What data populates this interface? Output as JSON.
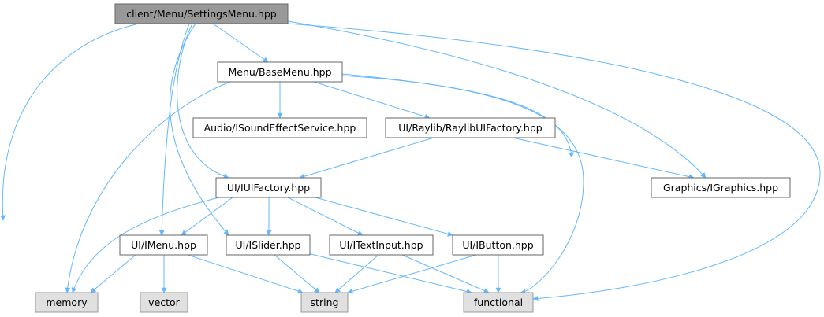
{
  "colors": {
    "edge": "#63b8ff",
    "root_fill": "#999999",
    "header_fill": "#ffffff",
    "system_fill": "#e0e0e0",
    "border_dark": "#666666",
    "border_light": "#999999",
    "text": "#000000"
  },
  "nodes": [
    {
      "id": "settings_menu",
      "label": "client/Menu/SettingsMenu.hpp",
      "kind": "root"
    },
    {
      "id": "base_menu",
      "label": "Menu/BaseMenu.hpp",
      "kind": "header"
    },
    {
      "id": "isound",
      "label": "Audio/ISoundEffectService.hpp",
      "kind": "header"
    },
    {
      "id": "raylib_factory",
      "label": "UI/Raylib/RaylibUIFactory.hpp",
      "kind": "header"
    },
    {
      "id": "iui_factory",
      "label": "UI/IUIFactory.hpp",
      "kind": "header"
    },
    {
      "id": "igraphics",
      "label": "Graphics/IGraphics.hpp",
      "kind": "header"
    },
    {
      "id": "imenu",
      "label": "UI/IMenu.hpp",
      "kind": "header"
    },
    {
      "id": "islider",
      "label": "UI/ISlider.hpp",
      "kind": "header"
    },
    {
      "id": "itextinput",
      "label": "UI/ITextInput.hpp",
      "kind": "header"
    },
    {
      "id": "ibutton",
      "label": "UI/IButton.hpp",
      "kind": "header"
    },
    {
      "id": "memory",
      "label": "memory",
      "kind": "system"
    },
    {
      "id": "vector",
      "label": "vector",
      "kind": "system"
    },
    {
      "id": "string",
      "label": "string",
      "kind": "system"
    },
    {
      "id": "functional",
      "label": "functional",
      "kind": "system"
    }
  ],
  "edges": [
    {
      "from": "settings_menu",
      "to": "base_menu"
    },
    {
      "from": "settings_menu",
      "to": "memory"
    },
    {
      "from": "settings_menu",
      "to": "iui_factory"
    },
    {
      "from": "settings_menu",
      "to": "islider"
    },
    {
      "from": "settings_menu",
      "to": "imenu"
    },
    {
      "from": "settings_menu",
      "to": "igraphics"
    },
    {
      "from": "settings_menu",
      "to": "functional"
    },
    {
      "from": "base_menu",
      "to": "isound"
    },
    {
      "from": "base_menu",
      "to": "raylib_factory"
    },
    {
      "from": "base_menu",
      "to": "memory"
    },
    {
      "from": "base_menu",
      "to": "ibutton"
    },
    {
      "from": "base_menu",
      "to": "functional"
    },
    {
      "from": "raylib_factory",
      "to": "iui_factory"
    },
    {
      "from": "raylib_factory",
      "to": "igraphics"
    },
    {
      "from": "iui_factory",
      "to": "imenu"
    },
    {
      "from": "iui_factory",
      "to": "islider"
    },
    {
      "from": "iui_factory",
      "to": "itextinput"
    },
    {
      "from": "iui_factory",
      "to": "ibutton"
    },
    {
      "from": "iui_factory",
      "to": "memory"
    },
    {
      "from": "imenu",
      "to": "memory"
    },
    {
      "from": "imenu",
      "to": "vector"
    },
    {
      "from": "imenu",
      "to": "string"
    },
    {
      "from": "islider",
      "to": "string"
    },
    {
      "from": "islider",
      "to": "functional"
    },
    {
      "from": "itextinput",
      "to": "string"
    },
    {
      "from": "itextinput",
      "to": "functional"
    },
    {
      "from": "ibutton",
      "to": "string"
    },
    {
      "from": "ibutton",
      "to": "functional"
    }
  ]
}
